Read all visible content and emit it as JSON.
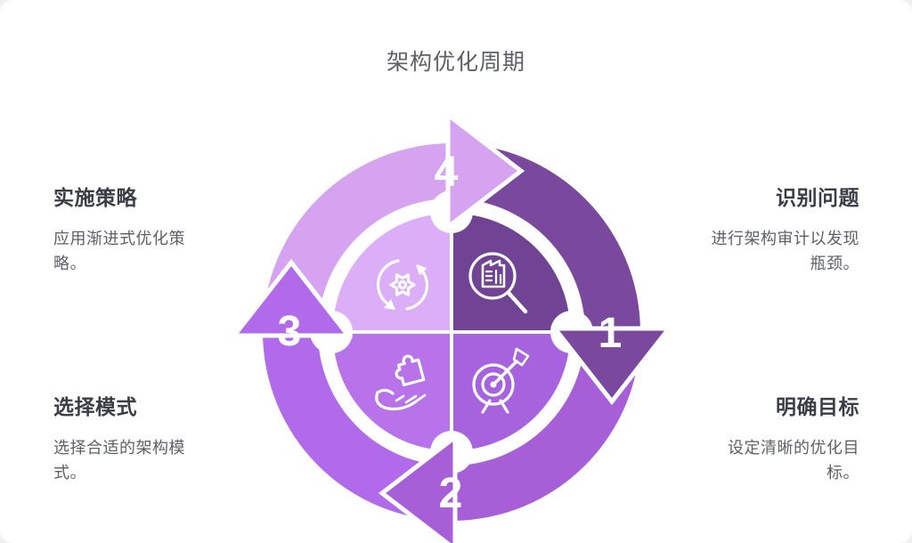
{
  "title": "架构优化周期",
  "steps": [
    {
      "number": "1",
      "label": "识别问题",
      "description": "进行架构审计以发现瓶颈。",
      "icon": "magnifier-chart-icon"
    },
    {
      "number": "2",
      "label": "明确目标",
      "description": "设定清晰的优化目标。",
      "icon": "target-arrow-icon"
    },
    {
      "number": "3",
      "label": "选择模式",
      "description": "选择合适的架构模式。",
      "icon": "hand-puzzle-icon"
    },
    {
      "number": "4",
      "label": "实施策略",
      "description": "应用渐进式优化策略。",
      "icon": "sync-gear-icon"
    }
  ],
  "colors": {
    "step1_arc": "#7a489d",
    "step1_quad": "#714394",
    "step2_arc": "#a75fd8",
    "step2_quad": "#a763dd",
    "step3_arc": "#b16ae9",
    "step3_quad": "#b873ea",
    "step4_arc": "#d6a3f1",
    "step4_quad": "#dcaef7",
    "number": "#ffffff",
    "icon_stroke": "#ffffff",
    "title_text": "#5d6166",
    "heading_text": "#3b3f45",
    "body_text": "#5d6066"
  }
}
